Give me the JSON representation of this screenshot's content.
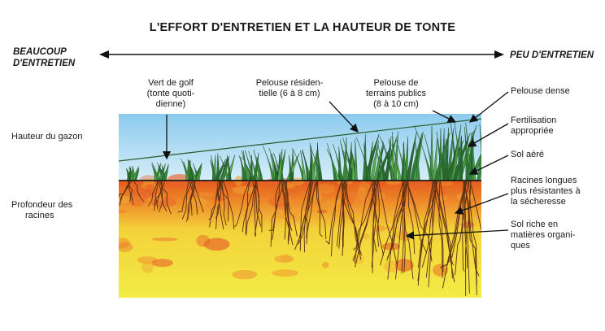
{
  "title": "L'EFFORT D'ENTRETIEN ET LA HAUTEUR DE TONTE",
  "scale": {
    "left_line1": "BEAUCOUP",
    "left_line2": "D'ENTRETIEN",
    "right_label": "PEU D'ENTRETIEN"
  },
  "side_labels": {
    "grass_height": "Hauteur du gazon",
    "root_depth_line1": "Profondeur des",
    "root_depth_line2": "racines"
  },
  "top_labels": {
    "golf": [
      "Vert de golf",
      "(tonte quoti-",
      "dienne)"
    ],
    "residential": [
      "Pelouse résiden-",
      "tielle (6 à 8 cm)"
    ],
    "public": [
      "Pelouse de",
      "terrains publics",
      "(8 à 10 cm)"
    ]
  },
  "right_labels": {
    "dense": [
      "Pelouse dense"
    ],
    "fertilisation": [
      "Fertilisation",
      "appropriée"
    ],
    "aerated": [
      "Sol aéré"
    ],
    "roots": [
      "Racines longues",
      "plus résistantes à",
      "la sécheresse"
    ],
    "organic": [
      "Sol riche en",
      "matières organi-",
      "ques"
    ]
  },
  "colors": {
    "sky": "#a9d9f0",
    "soil_top": "#e8702a",
    "soil_bottom": "#f2e83a",
    "grass": "#3f8a3c",
    "roots": "#6b3a1a"
  }
}
